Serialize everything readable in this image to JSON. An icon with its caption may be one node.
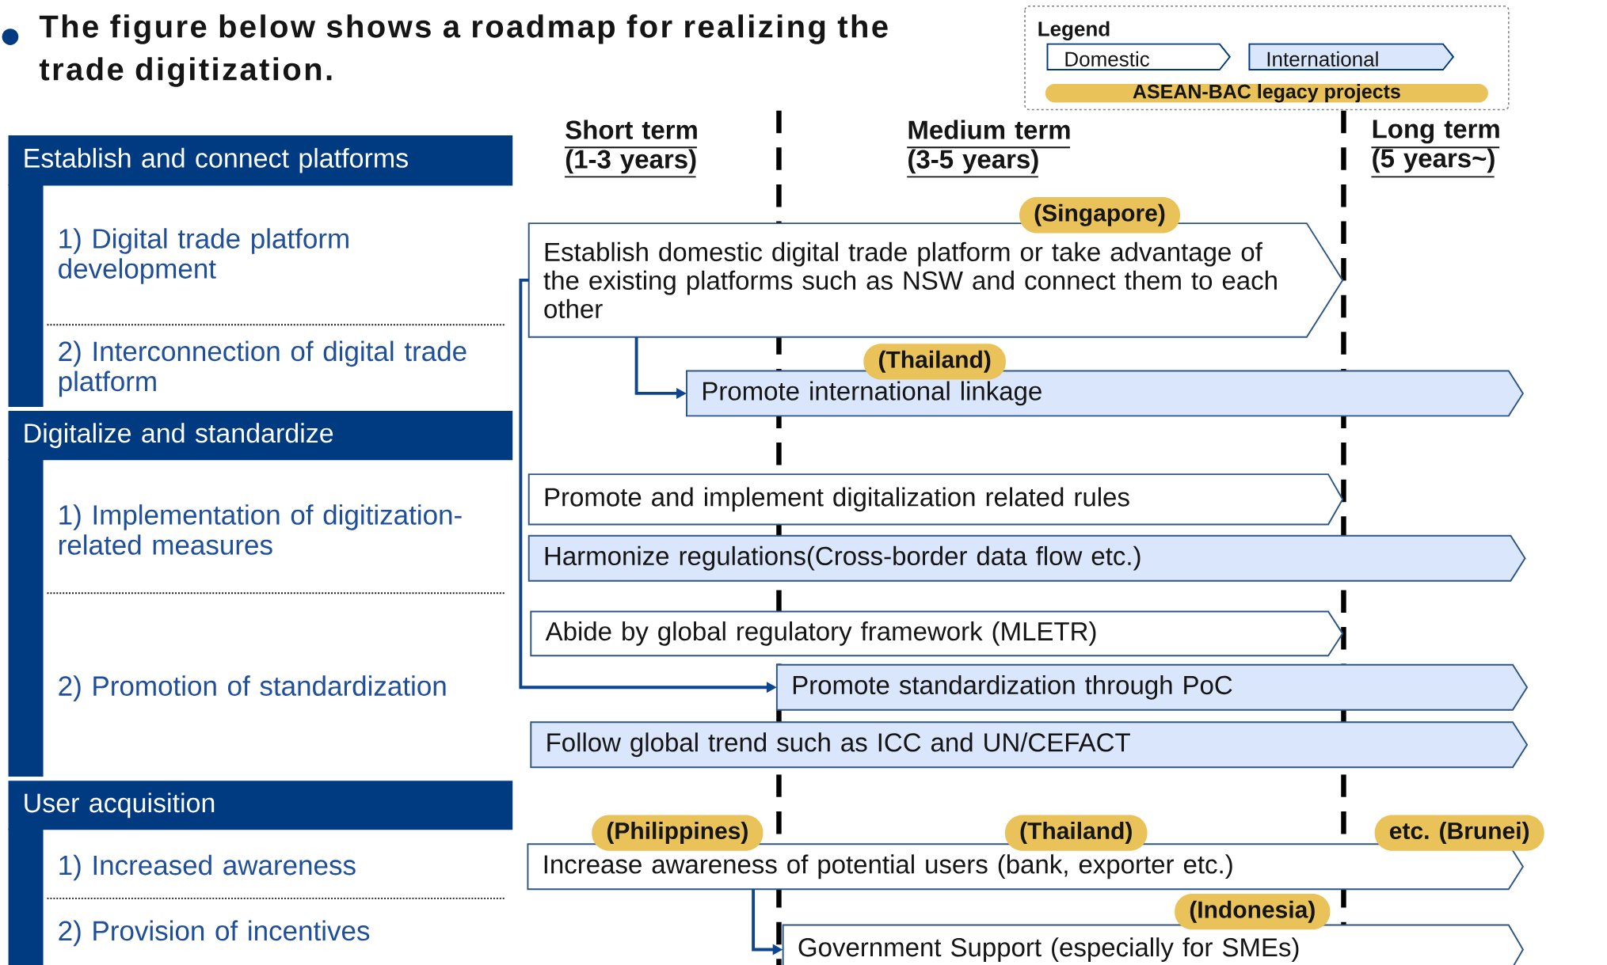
{
  "diagram": {
    "title": "The figure below shows a roadmap for realizing the trade digitization.",
    "nodes": [
      {
        "text": [
          "Establish and connect platforms"
        ]
      },
      {
        "text": [
          "(Singapore)"
        ]
      },
      {
        "text": [
          "Establish domestic digital trade platform or take advantage of the existing platforms such as NSW and connect them to each other"
        ]
      },
      {
        "text": [
          "(Thailand)"
        ]
      },
      {
        "text": [
          "Promote international linkage"
        ]
      },
      {
        "text": [
          "Digitalize and standardize"
        ]
      },
      {
        "text": [
          "Promote and implement digitalization related rules"
        ]
      },
      {
        "text": [
          "Harmonize regulations(Cross-border data flow etc.)"
        ]
      },
      {
        "text": [
          "Abide by global regulatory framework (MLETR)"
        ]
      },
      {
        "text": [
          "Promote standardization through PoC"
        ]
      },
      {
        "text": [
          "Follow global trend such as ICC and UN/CEFACT"
        ]
      },
      {
        "text": [
          "User acquisition"
        ]
      },
      {
        "text": [
          "(Philippines)"
        ]
      },
      {
        "text": [
          "(Thailand)"
        ]
      },
      {
        "text": [
          "etc. (Brunei)"
        ]
      },
      {
        "text": [
          "Increase awareness of potential users (bank, exporter etc.)"
        ]
      },
      {
        "text": [
          "(Indonesia)"
        ]
      },
      {
        "text": [
          "Government Support (especially for SMEs)"
        ]
      },
      {
        "text": [],
        "shape": "bar"
      },
      {
        "text": [],
        "shape": "bar"
      },
      {
        "text": [],
        "shape": "bar"
      }
    ],
    "edges": [
      {
        "from": 2,
        "to": 4,
        "arrow": "to"
      },
      {
        "from": 2,
        "to": 9,
        "arrow": "to"
      },
      {
        "from": 15,
        "to": 17,
        "arrow": "to"
      }
    ],
    "labels": [
      "Legend",
      "Short term (1-3 years)",
      "Medium term (3-5 years)",
      "Long term (5 years~)",
      "1) Digital trade platform development",
      "2) Interconnection of digital trade platform",
      "1) Implementation of digitization-related measures",
      "2) Promotion of standardization",
      "1) Increased awareness",
      "2) Provision of incentives"
    ],
    "legend": [
      {
        "text": "Domestic"
      },
      {
        "text": "International",
        "color": "#dae6fb"
      },
      {
        "text": "ASEAN-BAC legacy projects",
        "color": "#e9c25a"
      }
    ]
  }
}
